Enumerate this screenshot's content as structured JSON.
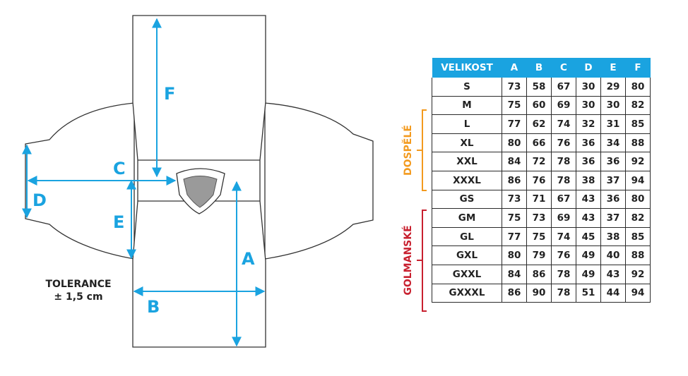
{
  "dimension_labels": {
    "a": "A",
    "b": "B",
    "c": "C",
    "d": "D",
    "e": "E",
    "f": "F"
  },
  "tolerance": {
    "line1": "TOLERANCE",
    "line2": "± 1,5 cm"
  },
  "table": {
    "header": [
      "VELIKOST",
      "A",
      "B",
      "C",
      "D",
      "E",
      "F"
    ],
    "rows": [
      [
        "S",
        "73",
        "58",
        "67",
        "30",
        "29",
        "80"
      ],
      [
        "M",
        "75",
        "60",
        "69",
        "30",
        "30",
        "82"
      ],
      [
        "L",
        "77",
        "62",
        "74",
        "32",
        "31",
        "85"
      ],
      [
        "XL",
        "80",
        "66",
        "76",
        "36",
        "34",
        "88"
      ],
      [
        "XXL",
        "84",
        "72",
        "78",
        "36",
        "36",
        "92"
      ],
      [
        "XXXL",
        "86",
        "76",
        "78",
        "38",
        "37",
        "94"
      ],
      [
        "GS",
        "73",
        "71",
        "67",
        "43",
        "36",
        "80"
      ],
      [
        "GM",
        "75",
        "73",
        "69",
        "43",
        "37",
        "82"
      ],
      [
        "GL",
        "77",
        "75",
        "74",
        "45",
        "38",
        "85"
      ],
      [
        "GXL",
        "80",
        "79",
        "76",
        "49",
        "40",
        "88"
      ],
      [
        "GXXL",
        "84",
        "86",
        "78",
        "49",
        "43",
        "92"
      ],
      [
        "GXXXL",
        "86",
        "90",
        "78",
        "51",
        "44",
        "94"
      ]
    ]
  },
  "groups": {
    "adult": {
      "label": "DOSPĚLÉ",
      "color": "#f39a1e"
    },
    "goalkeeper": {
      "label": "GOLMANSKÉ",
      "color": "#c8202f"
    }
  },
  "colors": {
    "accent": "#1aa3e0",
    "outline": "#333333"
  }
}
